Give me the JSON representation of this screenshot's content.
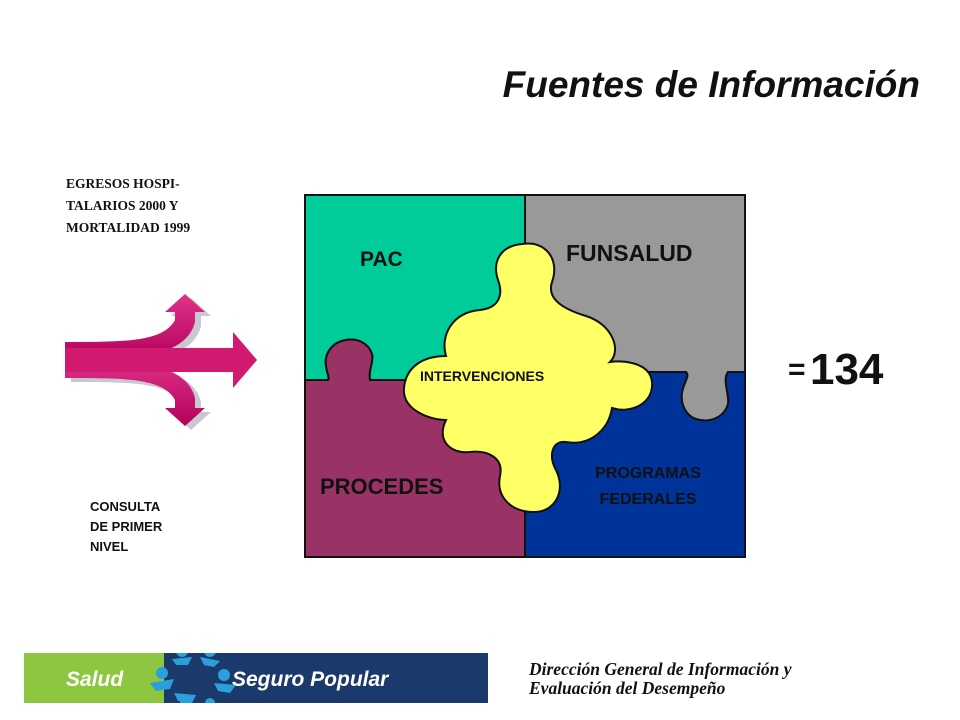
{
  "title": "Fuentes de Información",
  "sources": {
    "top_lines": [
      "EGRESOS HOSPI-",
      "TALARIOS 2000 Y",
      "MORTALIDAD 1999"
    ],
    "bottom_lines": [
      "CONSULTA",
      "DE PRIMER",
      "NIVEL"
    ]
  },
  "puzzle": {
    "pieces": {
      "pac": "PAC",
      "funsalud": "FUNSALUD",
      "procedes": "PROCEDES",
      "programas_line1": "PROGRAMAS",
      "programas_line2": "FEDERALES",
      "intervenciones": "INTERVENCIONES"
    },
    "colors": {
      "pac": "#00cc99",
      "funsalud": "#999999",
      "procedes": "#993366",
      "programas": "#003399",
      "intervenciones": "#ffff66",
      "outline": "#111111"
    }
  },
  "result": {
    "equals": "=",
    "value": "134"
  },
  "arrow_color": "#cc0066",
  "logo": {
    "left_word": "Salud",
    "right_word": "Seguro Popular",
    "green": "#8dc63f",
    "navy": "#1b3a6b",
    "figures_color": "#2b9fd9"
  },
  "credit": {
    "line1": "Dirección General de Información y",
    "line2": "Evaluación del Desempeño"
  }
}
